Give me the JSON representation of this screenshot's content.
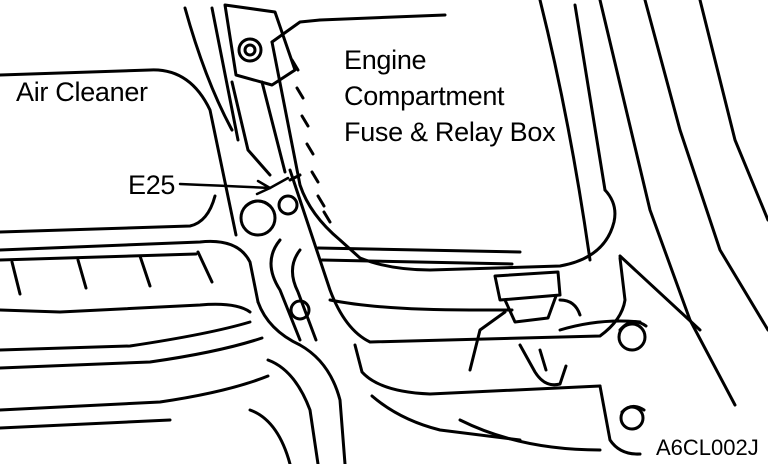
{
  "labels": {
    "air_cleaner": "Air Cleaner",
    "fuse_box_line1": "Engine",
    "fuse_box_line2": "Compartment",
    "fuse_box_line3": "Fuse & Relay Box",
    "connector": "E25"
  },
  "figure_code": "A6CL002J",
  "colors": {
    "ink": "#000000",
    "paper": "#ffffff"
  }
}
